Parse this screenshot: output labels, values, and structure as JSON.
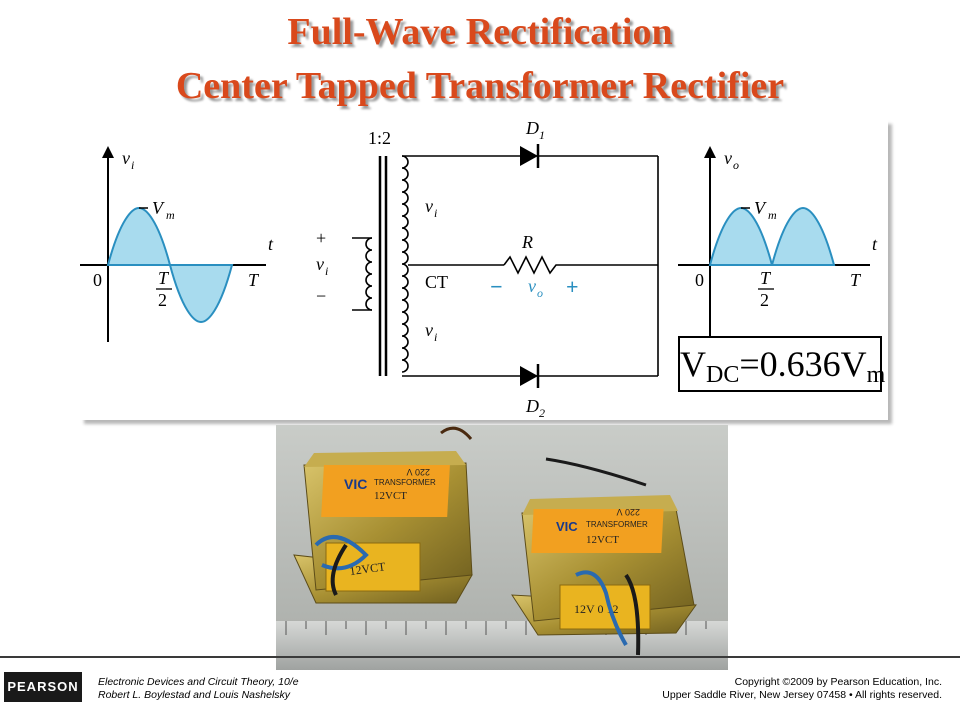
{
  "slide": {
    "title_line1": "Full-Wave  Rectification",
    "title_line2": "Center Tapped Transformer Rectifier"
  },
  "input_waveform": {
    "axis_label_y": "v",
    "axis_label_y_sub": "i",
    "axis_label_x": "t",
    "peak_label": "V",
    "peak_label_sub": "m",
    "origin_label": "0",
    "half_period_num": "T",
    "half_period_den": "2",
    "period_label": "T"
  },
  "circuit": {
    "ratio_label": "1:2",
    "plus_sign": "+",
    "minus_sign": "−",
    "primary_v": "v",
    "primary_v_sub": "i",
    "upper_secondary_v": "v",
    "upper_secondary_v_sub": "i",
    "lower_secondary_v": "v",
    "lower_secondary_v_sub": "i",
    "center_tap_label": "CT",
    "diode1": "D",
    "diode1_sub": "1",
    "diode2": "D",
    "diode2_sub": "2",
    "resistor_label": "R",
    "output_minus": "−",
    "output_plus": "+",
    "output_v": "v",
    "output_v_sub": "o"
  },
  "output_waveform": {
    "axis_label_y": "v",
    "axis_label_y_sub": "o",
    "axis_label_x": "t",
    "peak_label": "V",
    "peak_label_sub": "m",
    "origin_label": "0",
    "half_period_num": "T",
    "half_period_den": "2",
    "period_label": "T"
  },
  "vdc": {
    "prefix": "V",
    "sub": "DC",
    "middle": "=0.636V",
    "suffix_sub": "m"
  },
  "photo": {
    "left_label_top": "VIC",
    "left_label_sub": "TRANSFORMER",
    "left_label_model": "12VCT",
    "left_label_volt": "220 V",
    "left_coil_label": "12VCT",
    "right_label_top": "VIC",
    "right_label_sub": "TRANSFORMER",
    "right_label_model": "12VCT",
    "right_label_volt": "220 V",
    "right_coil_label": "12V 0 12"
  },
  "footer": {
    "brand": "PEARSON",
    "book_line1": "Electronic Devices and Circuit Theory, 10/e",
    "book_line2": "Robert L. Boylestad and Louis Nashelsky",
    "copy_line1": "Copyright ©2009 by Pearson Education, Inc.",
    "copy_line2": "Upper Saddle River, New Jersey 07458 • All rights reserved."
  },
  "colors": {
    "title": "#d9491c",
    "waveform_fill": "#a8dbee",
    "waveform_line": "#2a8fc0",
    "output_label": "#2a8fc0",
    "photo_label": "#f2a020"
  }
}
